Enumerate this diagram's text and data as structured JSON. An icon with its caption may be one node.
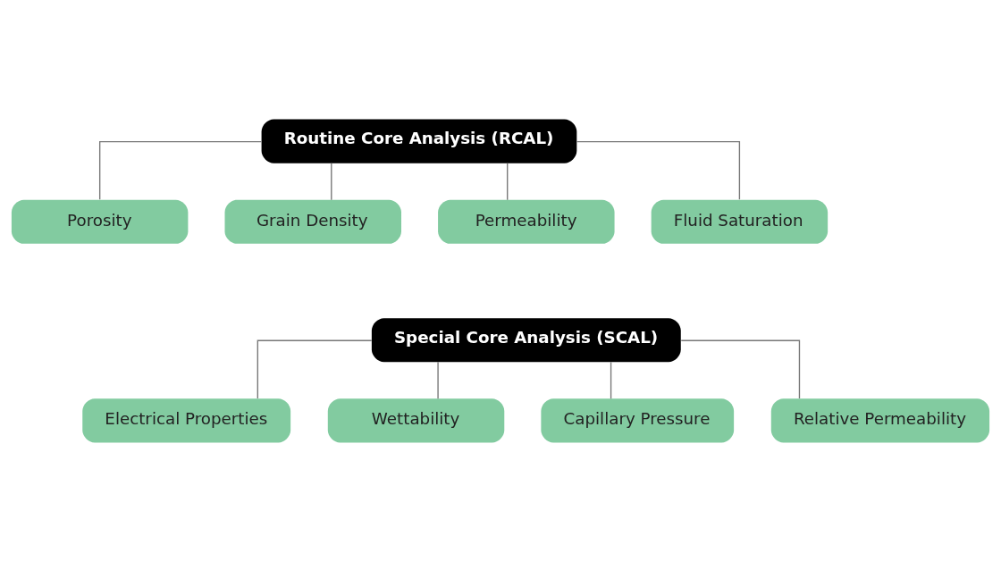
{
  "diagram": {
    "nodes": [
      {
        "text": [
          "Routine Core Analysis (RCAL)"
        ]
      },
      {
        "text": [
          "Porosity"
        ]
      },
      {
        "text": [
          "Grain Density"
        ]
      },
      {
        "text": [
          "Permeability"
        ]
      },
      {
        "text": [
          "Fluid Saturation"
        ]
      },
      {
        "text": [
          "Special Core Analysis (SCAL)"
        ]
      },
      {
        "text": [
          "Electrical Properties"
        ]
      },
      {
        "text": [
          "Wettability"
        ]
      },
      {
        "text": [
          "Capillary Pressure"
        ]
      },
      {
        "text": [
          "Relative Permeability"
        ]
      }
    ],
    "edges": [
      {
        "from": 0,
        "to": 1,
        "arrow": "none"
      },
      {
        "from": 0,
        "to": 2,
        "arrow": "none"
      },
      {
        "from": 0,
        "to": 3,
        "arrow": "none"
      },
      {
        "from": 0,
        "to": 4,
        "arrow": "none"
      },
      {
        "from": 5,
        "to": 6,
        "arrow": "none"
      },
      {
        "from": 5,
        "to": 7,
        "arrow": "none"
      },
      {
        "from": 5,
        "to": 8,
        "arrow": "none"
      },
      {
        "from": 5,
        "to": 9,
        "arrow": "none"
      }
    ]
  }
}
